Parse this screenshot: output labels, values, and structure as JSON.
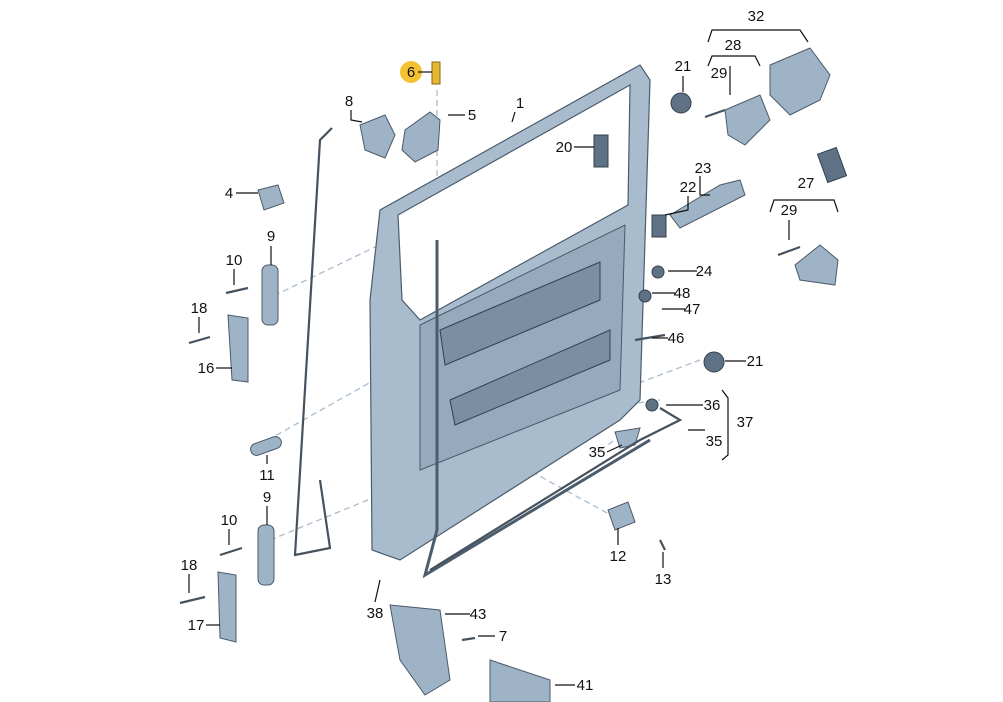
{
  "diagram": {
    "highlight_color": "#f2c230",
    "highlighted_label": "6",
    "callouts": [
      {
        "id": "c32",
        "text": "32"
      },
      {
        "id": "c28",
        "text": "28"
      },
      {
        "id": "c21a",
        "text": "21"
      },
      {
        "id": "c29a",
        "text": "29"
      },
      {
        "id": "c6",
        "text": "6"
      },
      {
        "id": "c8",
        "text": "8"
      },
      {
        "id": "c1",
        "text": "1"
      },
      {
        "id": "c5",
        "text": "5"
      },
      {
        "id": "c20",
        "text": "20"
      },
      {
        "id": "c23",
        "text": "23"
      },
      {
        "id": "c27",
        "text": "27"
      },
      {
        "id": "c22",
        "text": "22"
      },
      {
        "id": "c4",
        "text": "4"
      },
      {
        "id": "c29b",
        "text": "29"
      },
      {
        "id": "c9a",
        "text": "9"
      },
      {
        "id": "c10a",
        "text": "10"
      },
      {
        "id": "c24",
        "text": "24"
      },
      {
        "id": "c48",
        "text": "48"
      },
      {
        "id": "c18a",
        "text": "18"
      },
      {
        "id": "c47",
        "text": "47"
      },
      {
        "id": "c46",
        "text": "46"
      },
      {
        "id": "c16",
        "text": "16"
      },
      {
        "id": "c21b",
        "text": "21"
      },
      {
        "id": "c36",
        "text": "36"
      },
      {
        "id": "c37",
        "text": "37"
      },
      {
        "id": "c35a",
        "text": "35"
      },
      {
        "id": "c35b",
        "text": "35"
      },
      {
        "id": "c11",
        "text": "11"
      },
      {
        "id": "c9b",
        "text": "9"
      },
      {
        "id": "c10b",
        "text": "10"
      },
      {
        "id": "c12",
        "text": "12"
      },
      {
        "id": "c18b",
        "text": "18"
      },
      {
        "id": "c13",
        "text": "13"
      },
      {
        "id": "c38",
        "text": "38"
      },
      {
        "id": "c43",
        "text": "43"
      },
      {
        "id": "c17",
        "text": "17"
      },
      {
        "id": "c7",
        "text": "7"
      },
      {
        "id": "c41",
        "text": "41"
      }
    ]
  }
}
